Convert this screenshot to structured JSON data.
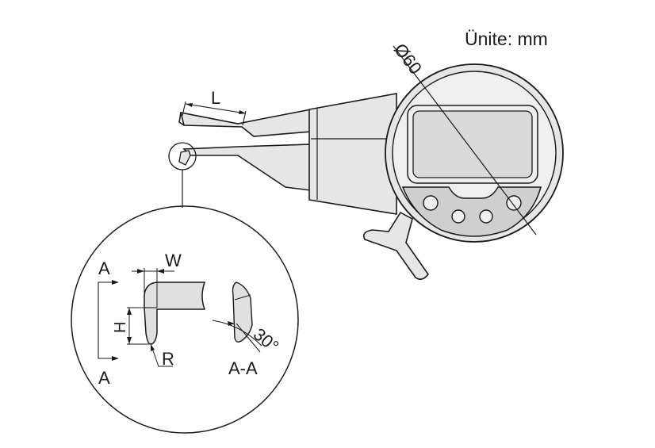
{
  "unit_label": "Ünite: mm",
  "dimensions": {
    "dial_diameter": "Ø60",
    "jaw_length": "L",
    "width": "W",
    "height": "H",
    "radius": "R",
    "angle": "30°"
  },
  "section": {
    "mark_top": "A",
    "mark_bottom": "A",
    "label": "A-A"
  },
  "colors": {
    "outline": "#1a1a1a",
    "body_fill": "#e6e6e6",
    "body_dark": "#cfcfcf",
    "screen_fill": "#d9d9d9",
    "background": "#ffffff"
  }
}
